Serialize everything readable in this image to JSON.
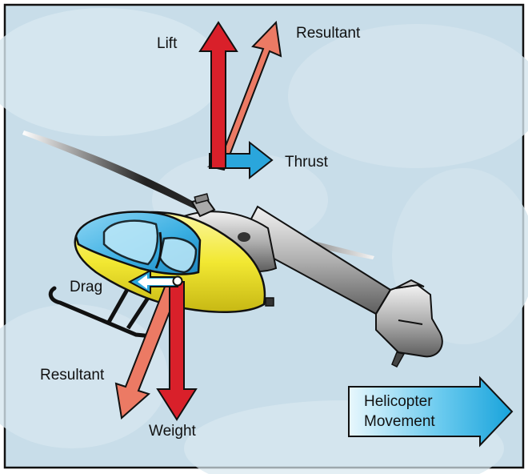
{
  "labels": {
    "lift": "Lift",
    "resultant_top": "Resultant",
    "thrust": "Thrust",
    "drag": "Drag",
    "resultant_bottom": "Resultant",
    "weight": "Weight",
    "movement_line1": "Helicopter",
    "movement_line2": "Movement"
  },
  "colors": {
    "lift_weight": "#d9202a",
    "resultant": "#ec7a64",
    "thrust": "#2aa6dc",
    "drag": "#2aa6dc",
    "body_yellow": "#f2ea2a",
    "canopy_blue": "#41b5e6",
    "fuselage_gray": "#a8a8a8",
    "movement_arrow": "#2fb4e4",
    "sky": "#c6dde9"
  }
}
